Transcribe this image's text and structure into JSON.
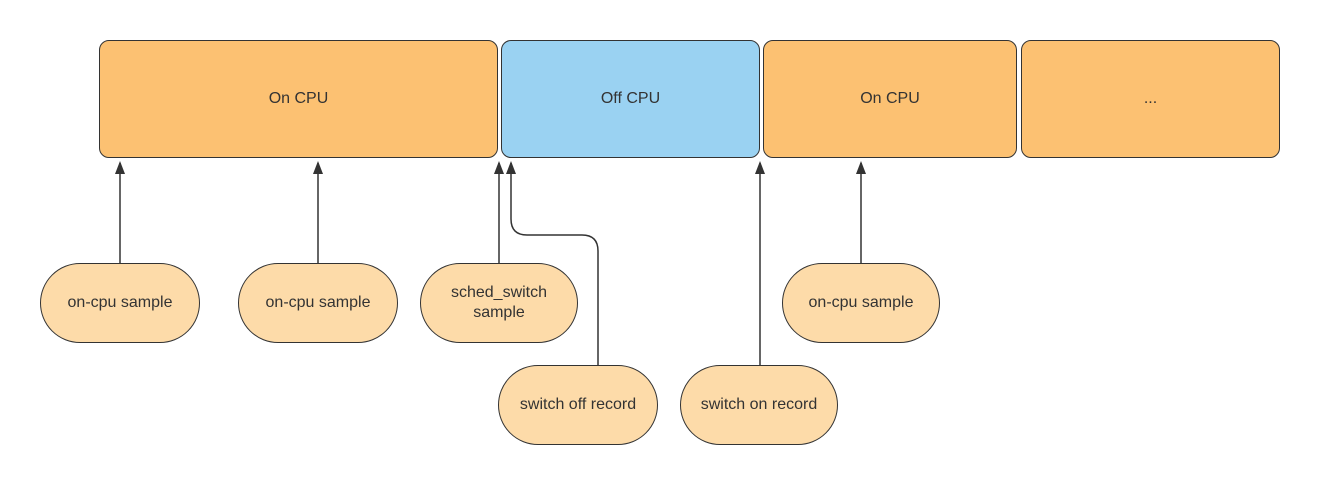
{
  "diagram": {
    "timeline": {
      "segments": [
        {
          "label": "On CPU",
          "state": "on"
        },
        {
          "label": "Off CPU",
          "state": "off"
        },
        {
          "label": "On CPU",
          "state": "on"
        },
        {
          "label": "...",
          "state": "on"
        }
      ]
    },
    "annotations": [
      {
        "label": "on-cpu sample"
      },
      {
        "label": "on-cpu sample"
      },
      {
        "label": "sched_switch sample"
      },
      {
        "label": "switch off record"
      },
      {
        "label": "switch on record"
      },
      {
        "label": "on-cpu sample"
      }
    ],
    "colors": {
      "on_cpu_fill": "#FCC172",
      "off_cpu_fill": "#9AD2F2",
      "annotation_fill": "#FDDBA9",
      "stroke": "#333333",
      "text": "#333333"
    }
  }
}
